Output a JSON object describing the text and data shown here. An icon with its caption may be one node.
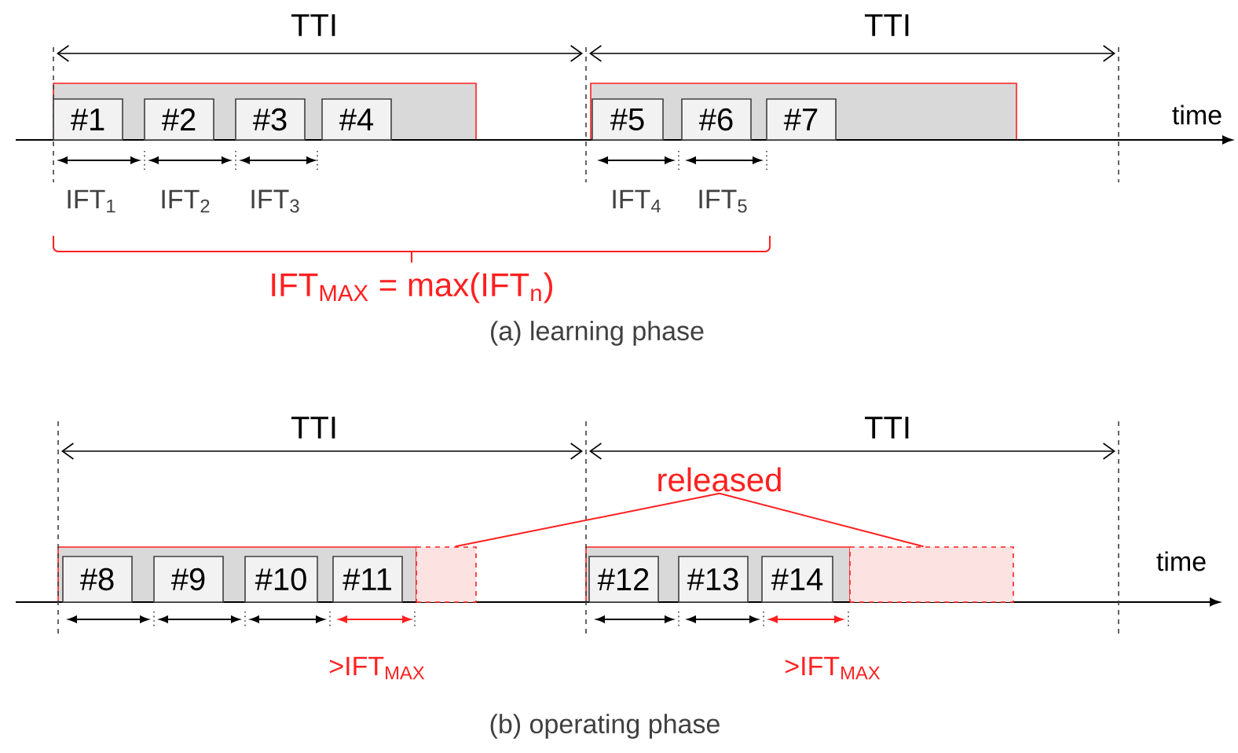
{
  "diagram": {
    "nodes": [
      {
        "text": [
          "#1"
        ]
      },
      {
        "text": [
          "#2"
        ]
      },
      {
        "text": [
          "#3"
        ]
      },
      {
        "text": [
          "#4"
        ]
      },
      {
        "text": [
          "#5"
        ]
      },
      {
        "text": [
          "#6"
        ]
      },
      {
        "text": [
          "#7"
        ]
      },
      {
        "text": [
          "#8"
        ]
      },
      {
        "text": [
          "#9"
        ]
      },
      {
        "text": [
          "#10"
        ]
      },
      {
        "text": [
          "#11"
        ]
      },
      {
        "text": [
          "#12"
        ]
      },
      {
        "text": [
          "#13"
        ]
      },
      {
        "text": [
          "#14"
        ]
      },
      {
        "text": [],
        "shape": "box"
      },
      {
        "text": [],
        "shape": "box"
      },
      {
        "text": [
          "released"
        ]
      }
    ],
    "edges": [
      {
        "from": 16,
        "to": 14,
        "arrow": "none",
        "color": "#ff2020"
      },
      {
        "from": 16,
        "to": 15,
        "arrow": "none",
        "color": "#ff2020"
      }
    ],
    "labels": [
      "TTI",
      "TTI",
      "time",
      "IFT$_{1}$",
      "IFT$_{2}$",
      "IFT$_{3}$",
      "IFT$_{4}$",
      "IFT$_{5}$",
      "IFT$_{MAX}$ = max(IFT$_{n}$)",
      "(a) learning phase",
      "TTI",
      "TTI",
      "time",
      ">IFT$_{MAX}$",
      ">IFT$_{MAX}$",
      "(b) operating phase"
    ]
  }
}
